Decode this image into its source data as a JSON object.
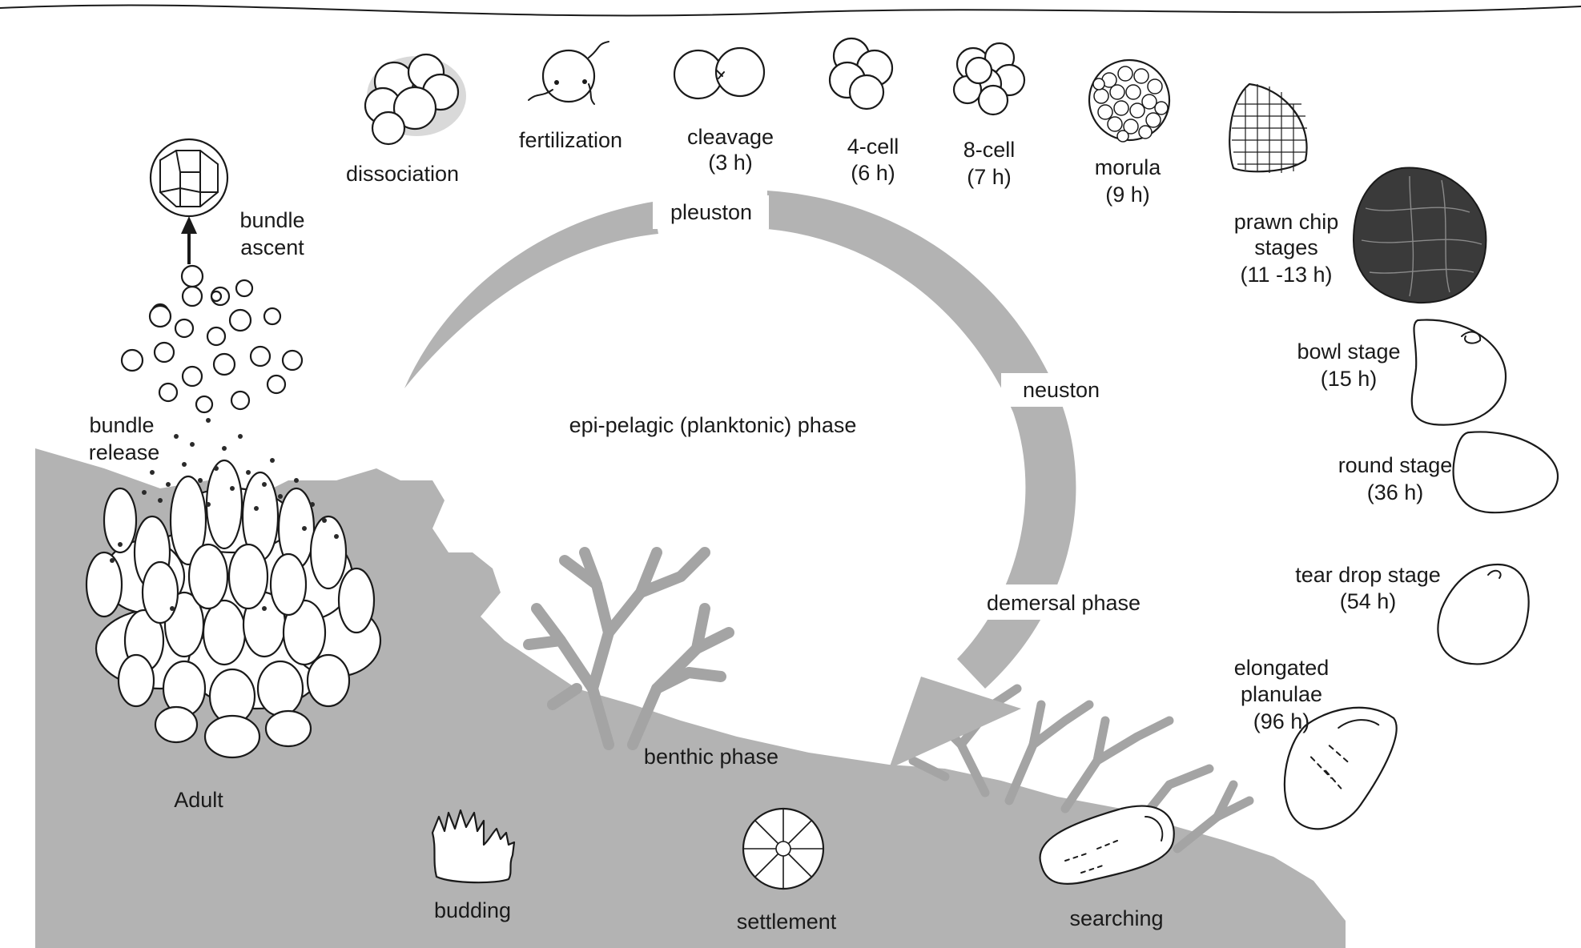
{
  "colors": {
    "seabed": "#b3b3b3",
    "cycle_arrow": "#b3b3b3",
    "outline": "#1a1a1a",
    "background": "#ffffff"
  },
  "labels": {
    "dissociation": "dissociation",
    "fertilization": "fertilization",
    "cleavage": "cleavage",
    "cleavage_time": "(3 h)",
    "four_cell": "4-cell",
    "four_cell_time": "(6 h)",
    "eight_cell": "8-cell",
    "eight_cell_time": "(7 h)",
    "morula": "morula",
    "morula_time": "(9 h)",
    "prawn_chip_1": "prawn chip",
    "prawn_chip_2": "stages",
    "prawn_chip_time": "(11 -13 h)",
    "bowl": "bowl stage",
    "bowl_time": "(15 h)",
    "round": "round stage",
    "round_time": "(36 h)",
    "tear_drop": "tear drop stage",
    "tear_drop_time": "(54 h)",
    "elongated_1": "elongated",
    "elongated_2": "planulae",
    "elongated_time": "(96 h)",
    "searching": "searching",
    "settlement": "settlement",
    "budding": "budding",
    "adult": "Adult",
    "bundle_release_1": "bundle",
    "bundle_release_2": "release",
    "bundle_ascent_1": "bundle",
    "bundle_ascent_2": "ascent"
  },
  "phases": {
    "pleuston": "pleuston",
    "neuston": "neuston",
    "epipelagic": "epi-pelagic (planktonic) phase",
    "demersal": "demersal phase",
    "benthic": "benthic phase"
  },
  "icons": {
    "bundle": "egg-sperm-bundle",
    "stages": [
      "dissociation",
      "fertilization",
      "cleavage",
      "4-cell",
      "8-cell",
      "morula",
      "prawn-chip",
      "bowl",
      "round",
      "tear-drop",
      "elongated-planula",
      "searching-planula",
      "settled-polyp",
      "budding-polyp",
      "adult-coral-colony"
    ]
  }
}
